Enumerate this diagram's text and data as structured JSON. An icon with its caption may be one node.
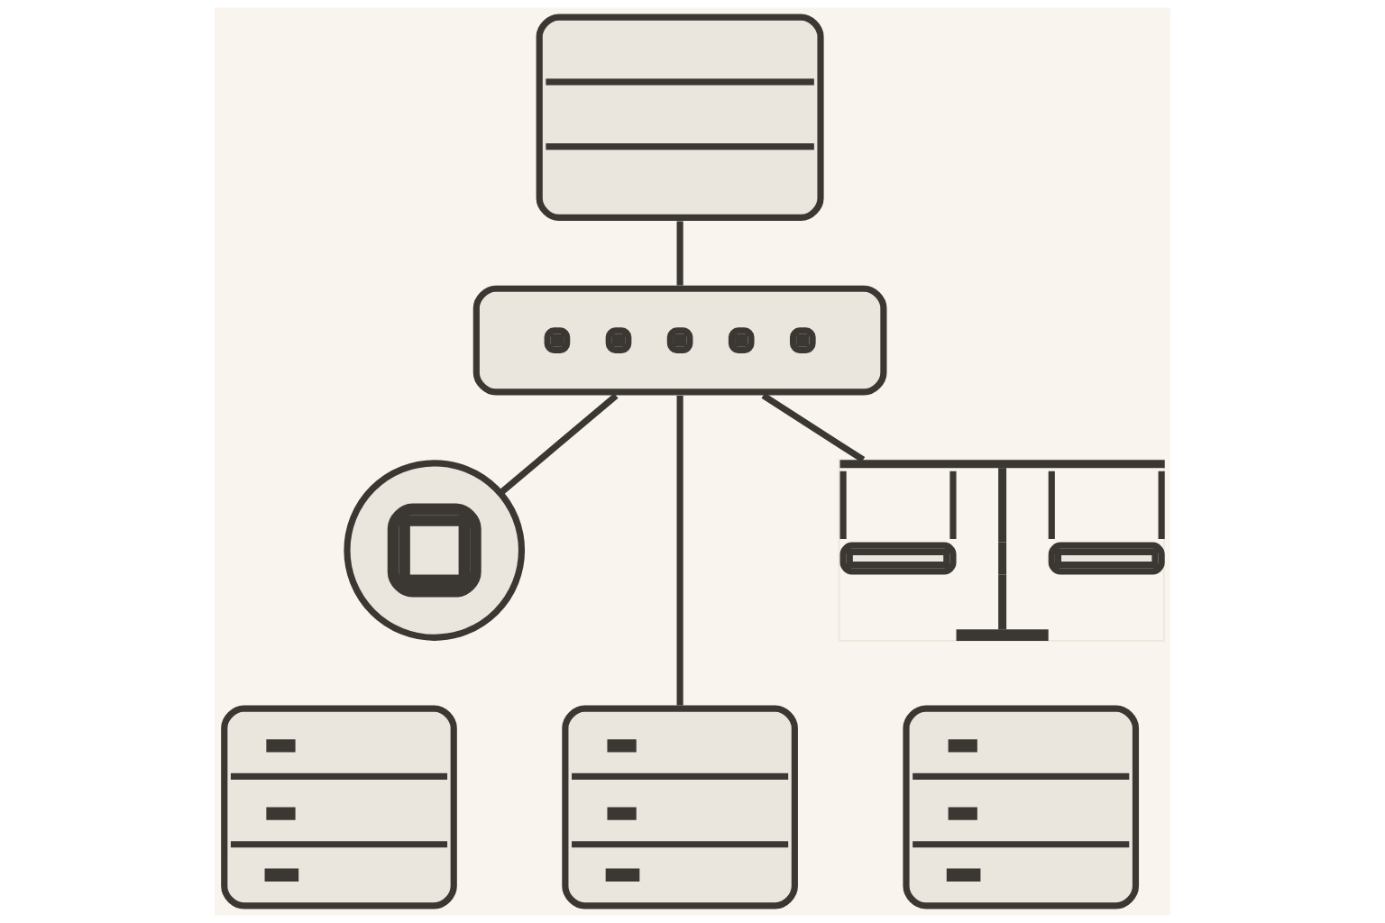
{
  "diagram": {
    "nodes": [
      {
        "text": [],
        "shape": "server"
      },
      {
        "text": [],
        "shape": "box"
      },
      {
        "text": [],
        "shape": "circle"
      },
      {
        "text": [],
        "shape": "picture"
      },
      {
        "text": [],
        "shape": "server"
      },
      {
        "text": [],
        "shape": "server"
      },
      {
        "text": [],
        "shape": "server"
      }
    ],
    "edges": [
      {
        "from": 0,
        "to": 1,
        "arrow": "none"
      },
      {
        "from": 1,
        "to": 2,
        "arrow": "none"
      },
      {
        "from": 1,
        "to": 5,
        "arrow": "none"
      },
      {
        "from": 1,
        "to": 3,
        "arrow": "none"
      }
    ]
  }
}
